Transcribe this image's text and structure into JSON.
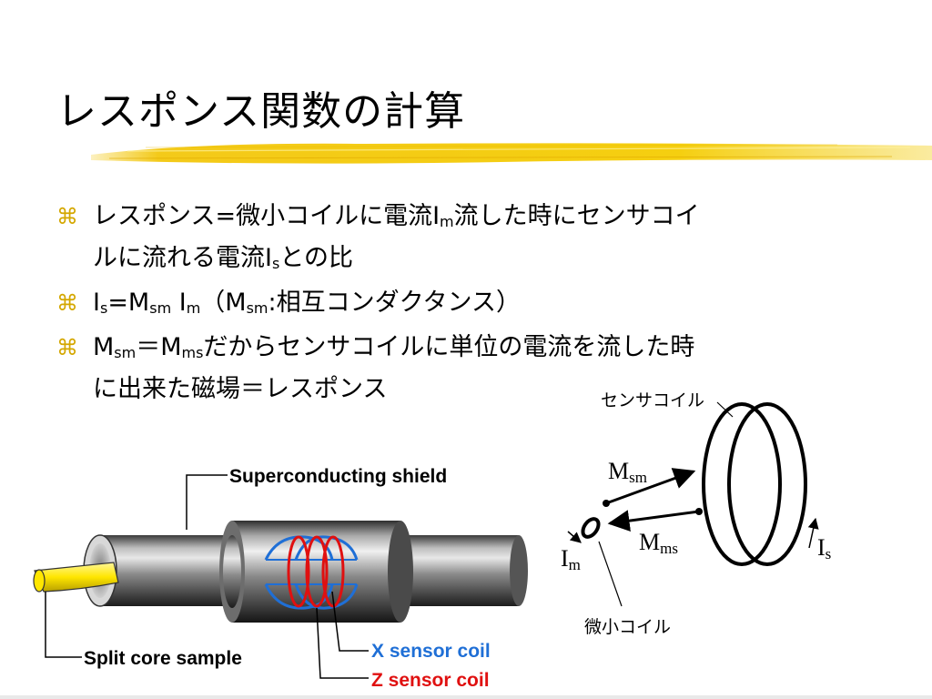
{
  "title": "レスポンス関数の計算",
  "accent_color": "#f2c400",
  "bullet_icon": "command-key-icon",
  "bullets": {
    "b1": {
      "marker": "⌘",
      "p1": "レスポンス=微小コイルに電流I",
      "sub1": "m",
      "p2": "流した時にセンサコイ",
      "line2_a": "ルに流れる電流I",
      "sub2": "s",
      "line2_b": "との比"
    },
    "b2": {
      "marker": "⌘",
      "p1": "I",
      "sub1": "s",
      "p2": "=M",
      "sub2": "sm",
      "p3": " I",
      "sub3": "m",
      "p4": "（M",
      "sub4": "sm",
      "p5": ":相互コンダクタンス）"
    },
    "b3": {
      "marker": "⌘",
      "p1": "M",
      "sub1": "sm",
      "p2": "＝M",
      "sub2": "ms",
      "p3": "だからセンサコイルに単位の電流を流した時",
      "line2": "に出来た磁場＝レスポンス"
    }
  },
  "figure_left": {
    "shield_label": "Superconducting shield",
    "sample_label": "Split core sample",
    "x_coil_label": "X sensor coil",
    "z_coil_label": "Z sensor coil",
    "x_coil_color": "#1f6fd6",
    "z_coil_color": "#e01010"
  },
  "figure_right": {
    "sensor_coil_label": "センサコイル",
    "small_coil_label": "微小コイル",
    "msm_main": "M",
    "msm_sub": "sm",
    "mms_main": "M",
    "mms_sub": "ms",
    "im_main": "I",
    "im_sub": "m",
    "is_main": "I",
    "is_sub": "s"
  }
}
